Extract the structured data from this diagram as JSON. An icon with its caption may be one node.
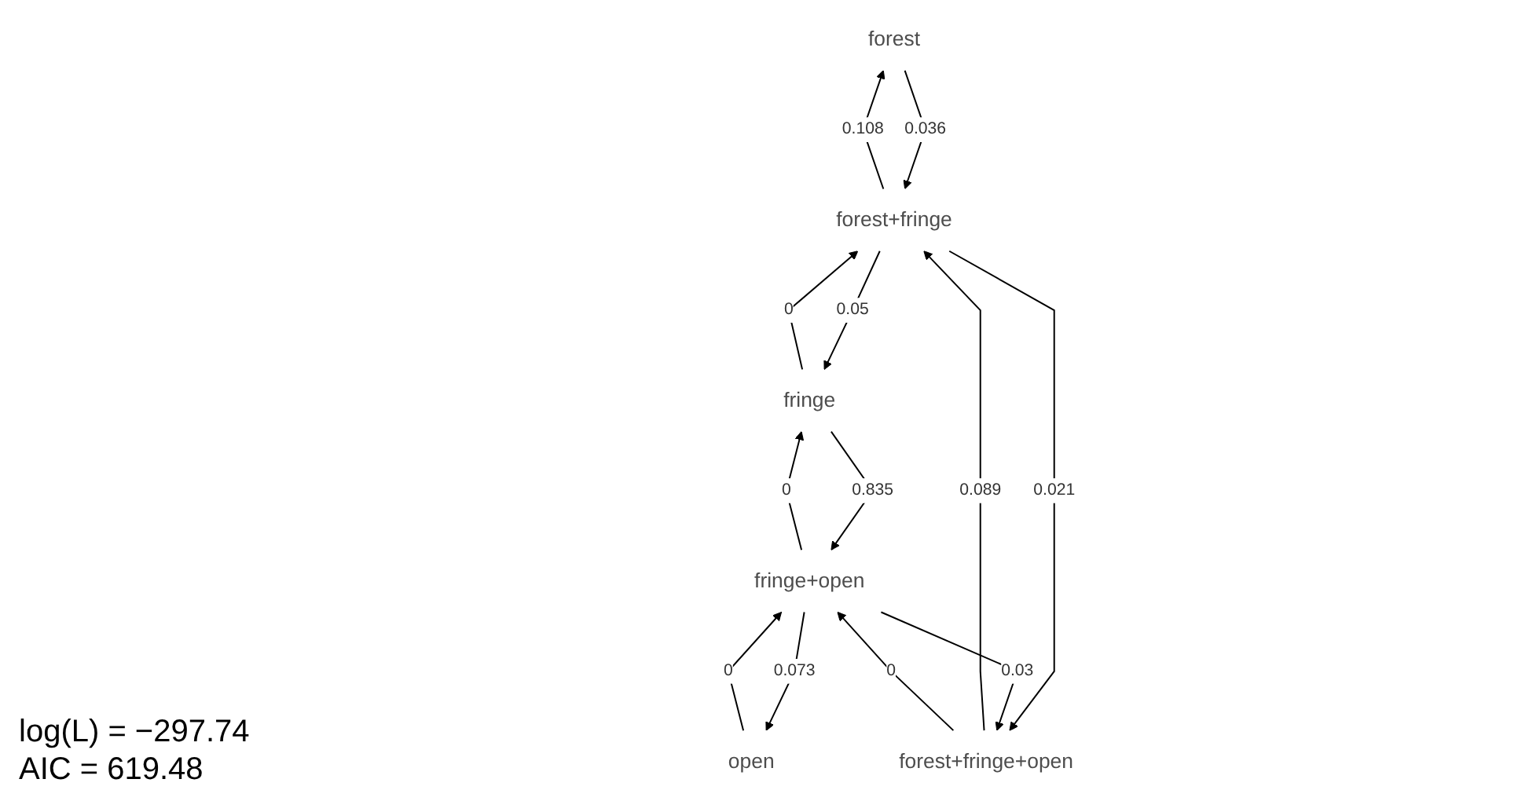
{
  "diagram": {
    "nodes": [
      {
        "text": [
          "forest"
        ]
      },
      {
        "text": [
          "fringe"
        ]
      },
      {
        "text": [
          "open"
        ]
      },
      {
        "text": [
          "forest+fringe"
        ]
      },
      {
        "text": [
          "fringe+open"
        ]
      },
      {
        "text": [
          "forest+fringe+open"
        ]
      }
    ],
    "edges": [
      {
        "from": 0,
        "to": 3,
        "arrow": "to",
        "label": "0.036"
      },
      {
        "from": 3,
        "to": 0,
        "arrow": "to",
        "label": "0.108"
      },
      {
        "from": 1,
        "to": 3,
        "arrow": "to",
        "label": "0"
      },
      {
        "from": 3,
        "to": 1,
        "arrow": "to",
        "label": "0.05"
      },
      {
        "from": 1,
        "to": 4,
        "arrow": "to",
        "label": "0.835"
      },
      {
        "from": 4,
        "to": 1,
        "arrow": "to",
        "label": "0"
      },
      {
        "from": 2,
        "to": 4,
        "arrow": "to",
        "label": "0"
      },
      {
        "from": 4,
        "to": 2,
        "arrow": "to",
        "label": "0.073"
      },
      {
        "from": 3,
        "to": 5,
        "arrow": "to",
        "label": "0.021"
      },
      {
        "from": 5,
        "to": 3,
        "arrow": "to",
        "label": "0.089"
      },
      {
        "from": 4,
        "to": 5,
        "arrow": "to",
        "label": "0.03"
      },
      {
        "from": 5,
        "to": 4,
        "arrow": "to",
        "label": "0"
      }
    ],
    "labels": [
      "log(L) = −297.74",
      "AIC = 619.48"
    ]
  }
}
